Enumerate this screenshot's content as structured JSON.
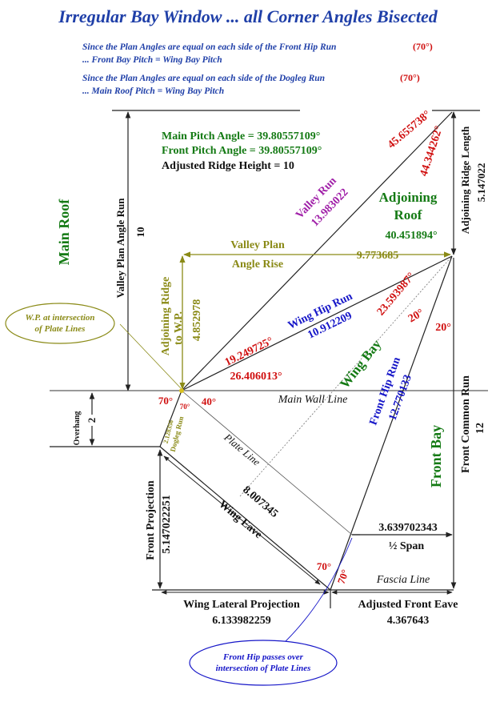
{
  "title": "Irregular Bay Window ... all Corner Angles Bisected",
  "notes": {
    "line1a": "Since the Plan Angles are equal on each side of the Front Hip Run",
    "line1b": "(70°)",
    "line2": "... Front Bay Pitch = Wing Bay Pitch",
    "line3a": "Since the Plan Angles are equal on each side of the Dogleg Run",
    "line3b": "(70°)",
    "line4": "... Main Roof Pitch = Wing Bay Pitch"
  },
  "info": {
    "main_pitch": "Main Pitch Angle = 39.80557109°",
    "front_pitch": "Front Pitch Angle = 39.80557109°",
    "ridge_height": "Adjusted Ridge Height = 10"
  },
  "labels": {
    "main_roof": "Main Roof",
    "valley_plan_angle_run": "Valley Plan Angle Run",
    "valley_plan_angle_run_value": "10",
    "adjoining_ridge_length": "Adjoining Ridge Length",
    "adjoining_ridge_length_value": "5.147022",
    "adjoining_roof_1": "Adjoining",
    "adjoining_roof_2": "Roof",
    "adjoining_roof_angle": "40.451894°",
    "angle_45": "45.655738°",
    "angle_44": "44.344262°",
    "valley_run": "Valley Run",
    "valley_run_value": "13.983022",
    "valley_plan_1": "Valley Plan",
    "valley_plan_2": "Angle Rise",
    "valley_plan_value": "9.773685",
    "adjoining_ridge_wp_1": "Adjoining Ridge",
    "adjoining_ridge_wp_2": "to W.P.",
    "adjoining_ridge_wp_value": "4.852978",
    "wing_hip_run": "Wing Hip Run",
    "wing_hip_run_value": "10.912209",
    "angle_23": "23.593987°",
    "angle_19": "19.249725°",
    "angle_26": "26.406013°",
    "wing_bay": "Wing Bay",
    "angle_20a": "20°",
    "angle_20b": "20°",
    "front_hip_run": "Front Hip Run",
    "front_hip_run_value": "12.770133",
    "front_common_run": "Front Common Run",
    "front_common_run_value": "12",
    "front_bay": "Front Bay",
    "wp_note_1": "W.P. at intersection",
    "wp_note_2": "of Plate Lines",
    "angle_70a": "70°",
    "angle_70b": "70°",
    "angle_40": "40°",
    "main_wall_line": "Main Wall Line",
    "overhang": "Overhang",
    "overhang_value": "2",
    "dogleg_value": "2.128356",
    "dogleg_run": "Dogleg Run",
    "plate_line": "Plate Line",
    "front_projection": "Front Projection",
    "front_projection_value": "5.147022251",
    "wing_eave_value": "8.007345",
    "wing_eave": "Wing Eave",
    "half_span_value": "3.639702343",
    "half_span": "½ Span",
    "angle_70c": "70°",
    "angle_70d": "70°",
    "fascia_line": "Fascia Line",
    "wing_lateral_projection": "Wing Lateral Projection",
    "wing_lateral_projection_value": "6.133982259",
    "adjusted_front_eave": "Adjusted Front Eave",
    "adjusted_front_eave_value": "4.367643",
    "front_hip_note_1": "Front Hip passes over",
    "front_hip_note_2": "intersection of Plate Lines"
  },
  "colors": {
    "title": "#1f3fa8",
    "red": "#d01010",
    "green": "#147a14",
    "olive": "#8a8a16",
    "blue": "#1616c8",
    "purple": "#a020a8"
  }
}
